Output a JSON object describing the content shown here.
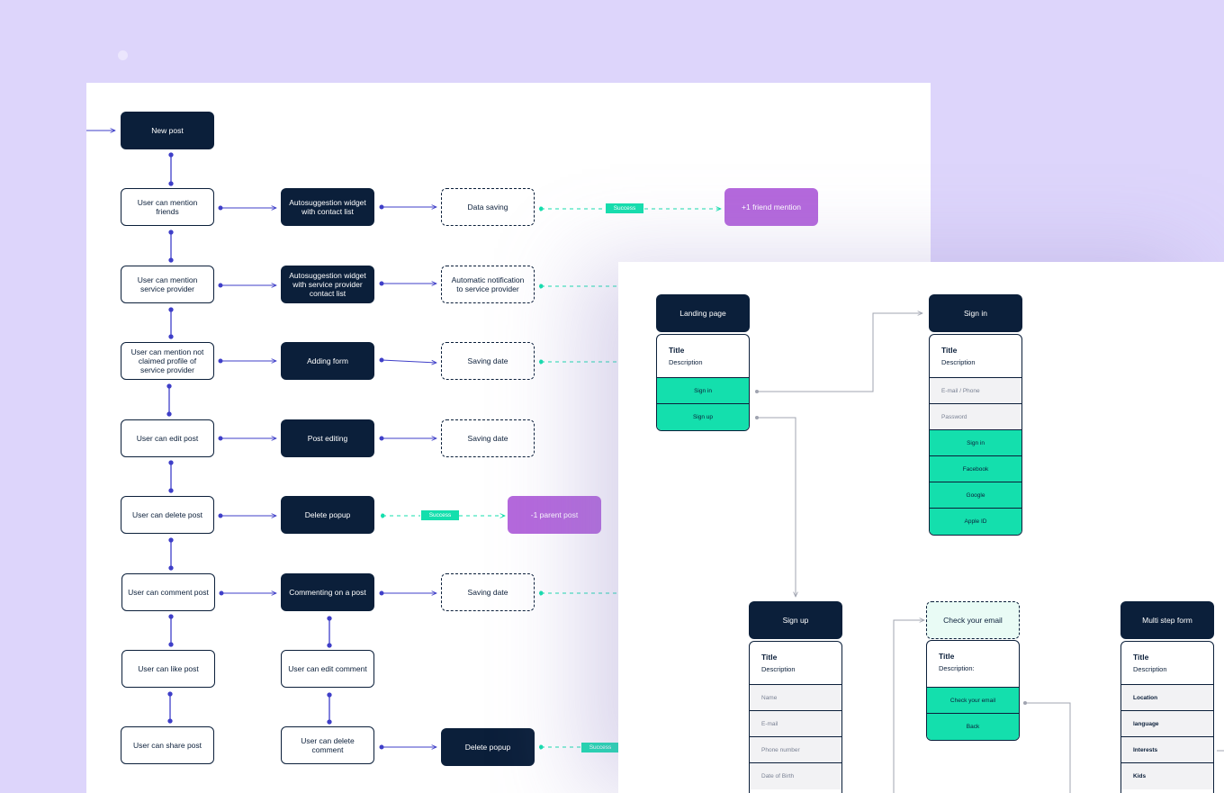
{
  "flow": {
    "nodes": {
      "new_post": "New post",
      "mention_friends": "User can mention friends",
      "mention_provider": "User can mention service provider",
      "mention_unclaimed": "User can mention not claimed profile of service provider",
      "edit_post": "User can edit post",
      "delete_post": "User can delete post",
      "comment_post": "User can comment post",
      "like_post": "User can like post",
      "share_post": "User can share post",
      "autosuggest_contacts": "Autosuggestion widget with contact list",
      "autosuggest_provider": "Autosuggestion widget with service provider contact list",
      "adding_form": "Adding form",
      "post_editing": "Post editing",
      "delete_popup": "Delete popup",
      "commenting": "Commenting on a post",
      "edit_comment": "User can edit comment",
      "delete_comment": "User can delete comment",
      "data_saving": "Data saving",
      "auto_notification": "Automatic notification to service provider",
      "saving_date_1": "Saving date",
      "saving_date_2": "Saving date",
      "saving_date_3": "Saving date",
      "delete_popup_2": "Delete popup",
      "friend_mention": "+1 friend mention",
      "parent_post": "-1 parent post"
    },
    "success_label": "Success"
  },
  "screens": {
    "landing": {
      "header": "Landing page",
      "title": "Title",
      "description": "Description",
      "buttons": [
        "Sign in",
        "Sign up"
      ]
    },
    "sign_in": {
      "header": "Sign in",
      "title": "Title",
      "description": "Description",
      "inputs": [
        "E-mail / Phone",
        "Password"
      ],
      "buttons": [
        "Sign in",
        "Facebook",
        "Google",
        "Apple ID"
      ]
    },
    "sign_up": {
      "header": "Sign up",
      "title": "Title",
      "description": "Description",
      "inputs": [
        "Name",
        "E-mail",
        "Phone number",
        "Date of Birth"
      ]
    },
    "check_email": {
      "header": "Check your email",
      "title": "Title",
      "description": "Description:",
      "buttons": [
        "Check your email",
        "Back"
      ]
    },
    "multi_step": {
      "header": "Multi step form",
      "title": "Title",
      "description": "Description",
      "fields": [
        "Location",
        "language",
        "Interests",
        "Kids"
      ]
    }
  },
  "colors": {
    "background": "#ddd5fb",
    "navy": "#0b1f3a",
    "teal": "#14dfad",
    "purple": "#b468dc",
    "connector": "#3f3fc8"
  }
}
